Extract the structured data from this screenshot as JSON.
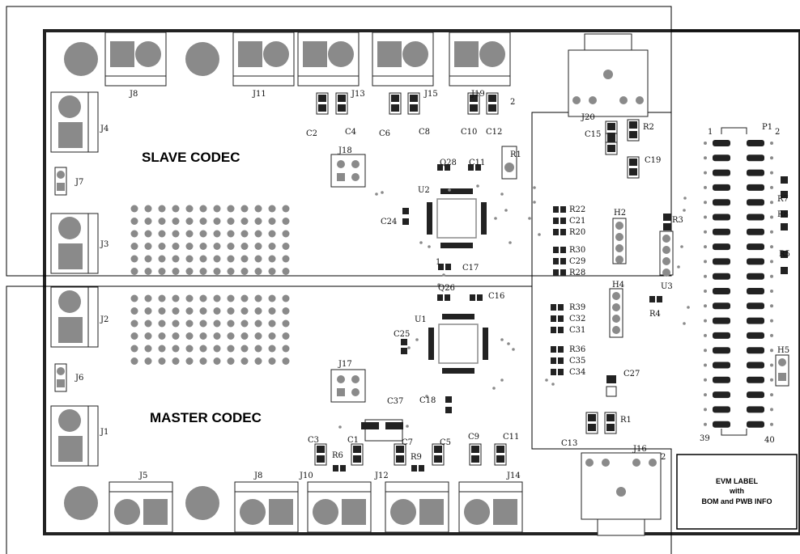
{
  "regions": {
    "slave_title": "SLAVE CODEC",
    "master_title": "MASTER CODEC"
  },
  "evm_label": {
    "line1": "EVM LABEL",
    "line2": "with",
    "line3": "BOM and PWB INFO"
  },
  "refdes": {
    "J8t": "J8",
    "J11": "J11",
    "J13": "J13",
    "J15": "J15",
    "J19": "J19",
    "J20": "J20",
    "J4": "J4",
    "J7": "J7",
    "J3": "J3",
    "J2": "J2",
    "J6": "J6",
    "J1": "J1",
    "J5": "J5",
    "J8b": "J8",
    "J10": "J10",
    "J12": "J12",
    "J14": "J14",
    "J16": "J16",
    "J17": "J17",
    "J18": "J18",
    "C2": "C2",
    "C4": "C4",
    "C6": "C6",
    "C8": "C8",
    "C10": "C10",
    "C12": "C12",
    "Q28": "Q28",
    "C11": "C11",
    "U2": "U2",
    "C24": "C24",
    "C17": "C17",
    "Q26": "Q26",
    "C16": "C16",
    "U1": "U1",
    "C25": "C25",
    "C18": "C18",
    "C37": "C37",
    "C3": "C3",
    "C1": "C1",
    "C7": "C7",
    "C5": "C5",
    "C9": "C9",
    "C11b": "C11",
    "R6": "R6",
    "R9": "R9",
    "C15": "C15",
    "R2": "R2",
    "C19": "C19",
    "R22": "R22",
    "C21": "C21",
    "R20": "R20",
    "R30": "R30",
    "C29": "C29",
    "R28": "R28",
    "R39": "R39",
    "C32": "C32",
    "C31": "C31",
    "R36": "R36",
    "C35": "C35",
    "C34": "C34",
    "C27": "C27",
    "R1": "R1",
    "C13": "C13",
    "H2": "H2",
    "H4": "H4",
    "R3": "R3",
    "U3": "U3",
    "R4": "R4",
    "P1": "P1",
    "R7": "R7",
    "R8": "R8",
    "R5": "R5",
    "H5": "H5",
    "p1": "1",
    "p2": "2",
    "p39": "39",
    "p40": "40",
    "p2b": "2",
    "p1b": "1"
  }
}
